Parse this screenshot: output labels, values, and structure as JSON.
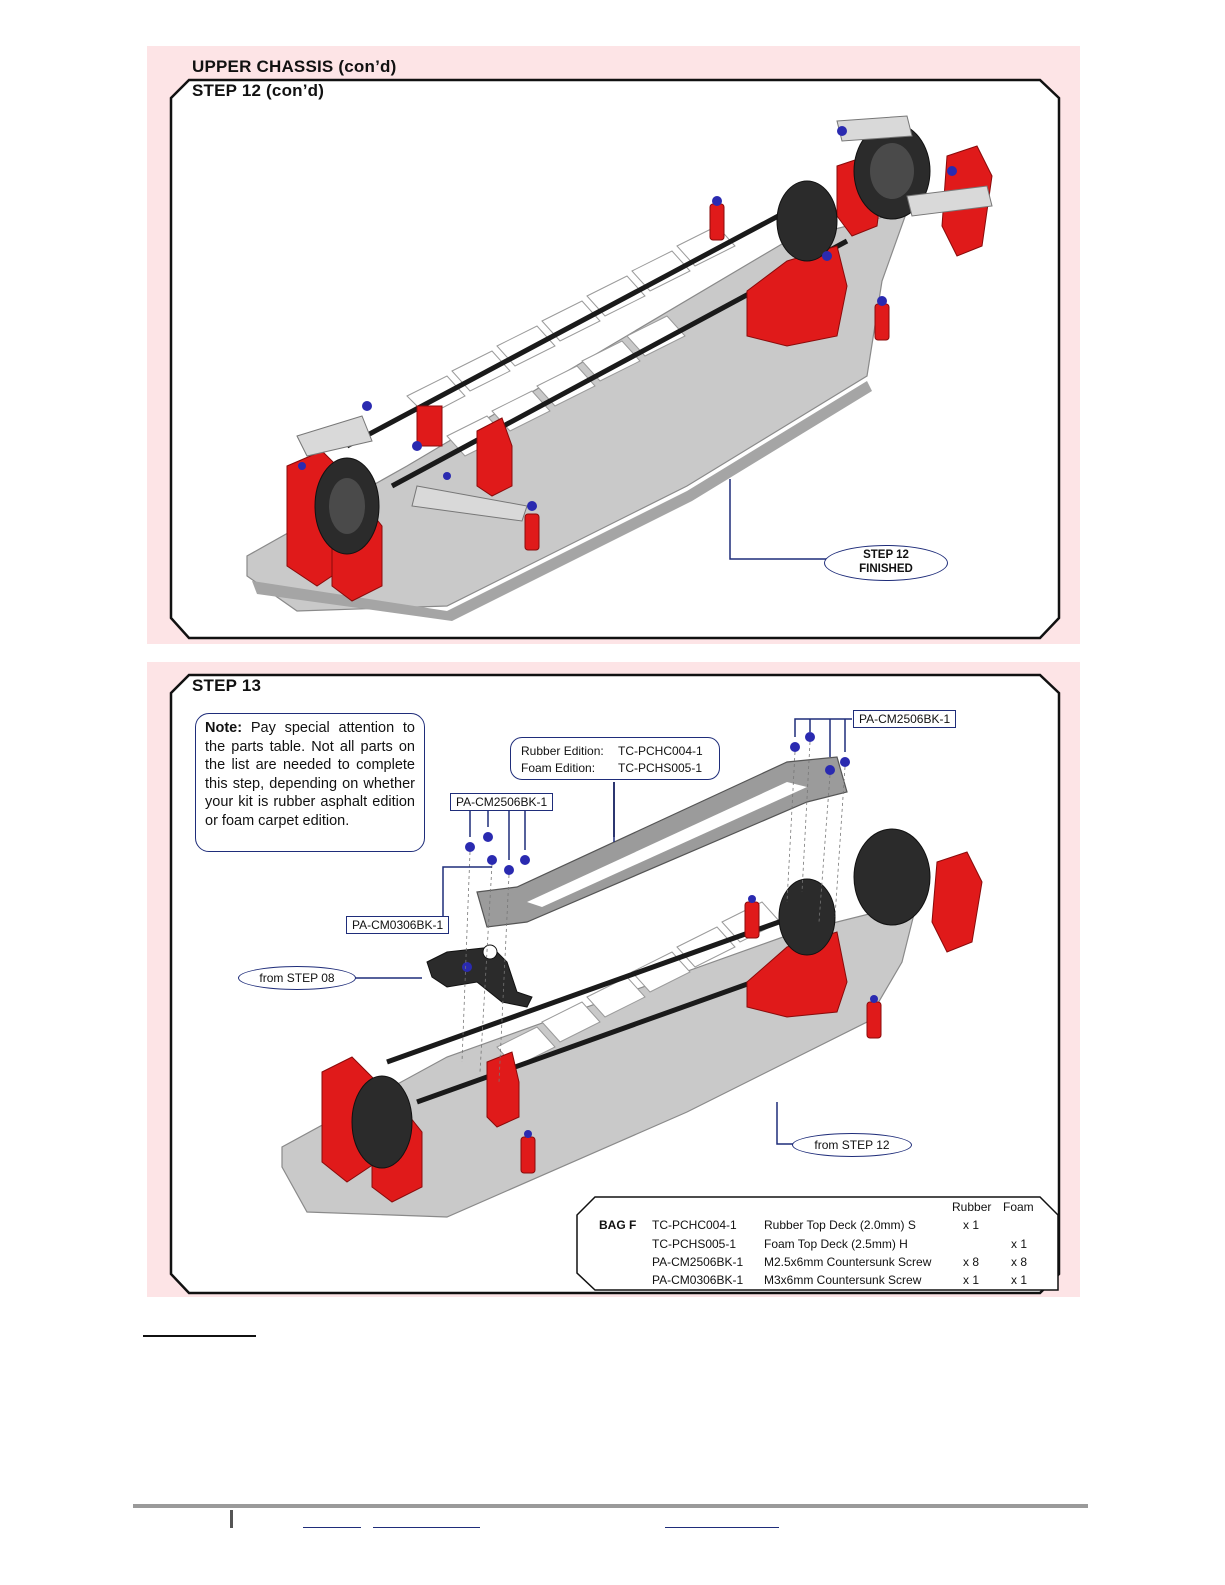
{
  "step12": {
    "section_title": "UPPER CHASSIS (con’d)",
    "step_title": "STEP 12 (con’d)",
    "finished_label_line1": "STEP 12",
    "finished_label_line2": "FINISHED"
  },
  "step13": {
    "step_title": "STEP 13",
    "note_bold": "Note:",
    "note_text": "Pay special attention to the parts table. Not all parts on the list are needed to complete this step, depending on whether your kit is rubber asphalt edition or foam carpet edition.",
    "edition_rows": [
      {
        "label": "Rubber Edition:",
        "part": "TC-PCHC004-1"
      },
      {
        "label": "Foam Edition:",
        "part": "TC-PCHS005-1"
      }
    ],
    "callouts": {
      "screw_right": "PA-CM2506BK-1",
      "screw_left": "PA-CM2506BK-1",
      "screw_m3": "PA-CM0306BK-1",
      "from_step08": "from STEP 08",
      "from_step12": "from STEP 12"
    },
    "parts_table": {
      "col_rubber": "Rubber",
      "col_foam": "Foam",
      "bag": "BAG F",
      "rows": [
        {
          "code": "TC-PCHC004-1",
          "desc": "Rubber Top Deck (2.0mm) S",
          "rubber": "x 1",
          "foam": ""
        },
        {
          "code": "TC-PCHS005-1",
          "desc": "Foam Top Deck (2.5mm) H",
          "rubber": "",
          "foam": "x 1"
        },
        {
          "code": "PA-CM2506BK-1",
          "desc": "M2.5x6mm Countersunk Screw",
          "rubber": "x 8",
          "foam": "x 8"
        },
        {
          "code": "PA-CM0306BK-1",
          "desc": "M3x6mm Countersunk Screw",
          "rubber": "x 1",
          "foam": "x 1"
        }
      ]
    }
  },
  "colors": {
    "panel_bg": "#fde4e6",
    "frame": "#111111",
    "callout_border": "#1f2d7a",
    "chassis": "#c8c8c8",
    "red_parts": "#e01a1a",
    "screws": "#2a2ab0",
    "belt": "#1a1a1a"
  }
}
